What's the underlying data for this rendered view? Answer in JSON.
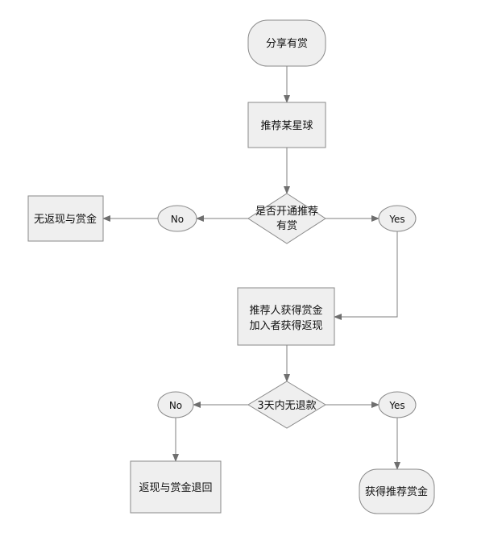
{
  "nodes": {
    "start": "分享有赏",
    "recommend": "推荐某星球",
    "decision1": [
      "是否开通推荐",
      "有赏"
    ],
    "no1": "No",
    "yes1": "Yes",
    "no_reward": "无返现与赏金",
    "reward": [
      "推荐人获得赏金",
      "加入者获得返现"
    ],
    "decision2": "3天内无退款",
    "no2": "No",
    "yes2": "Yes",
    "refund": "返现与赏金退回",
    "final": "获得推荐赏金"
  }
}
